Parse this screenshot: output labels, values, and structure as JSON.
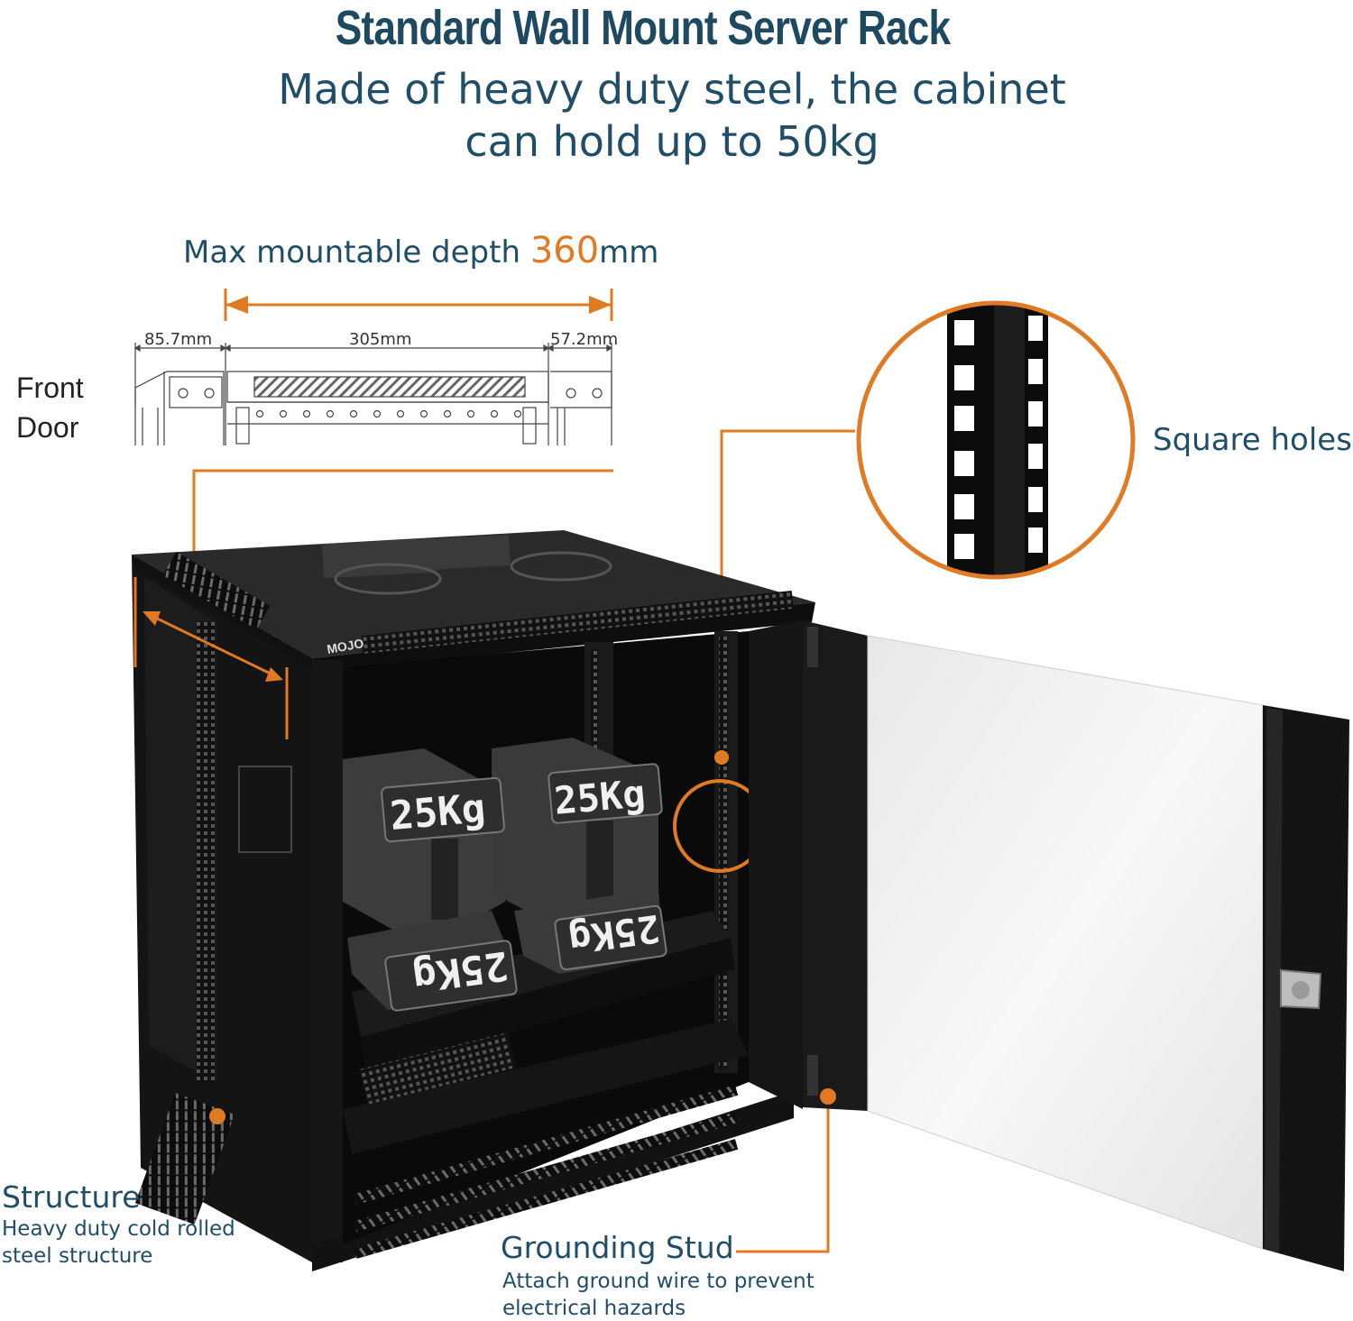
{
  "header": {
    "title": "Standard Wall Mount Server Rack",
    "subtitle_line1": "Made of heavy duty steel, the cabinet",
    "subtitle_line2": "can hold up to 50kg"
  },
  "depth": {
    "prefix": "Max mountable depth ",
    "value": "360",
    "unit": "mm"
  },
  "dimensions": {
    "front": "85.7mm",
    "middle": "305mm",
    "rear": "57.2mm"
  },
  "front_door": {
    "line1": "Front",
    "line2": "Door"
  },
  "callouts": {
    "square_holes": "Square holes",
    "structure_title": "Structure",
    "structure_desc1": "Heavy duty cold rolled",
    "structure_desc2": "steel structure",
    "grounding_title": "Grounding Stud",
    "grounding_desc1": "Attach ground wire to prevent",
    "grounding_desc2": "electrical hazards"
  },
  "weights": {
    "label": "25Kg"
  },
  "brand": {
    "logo_text": "MOJO"
  },
  "colors": {
    "accent": "#e07a23",
    "heading": "#1d4a60",
    "text": "#1f4e66"
  }
}
